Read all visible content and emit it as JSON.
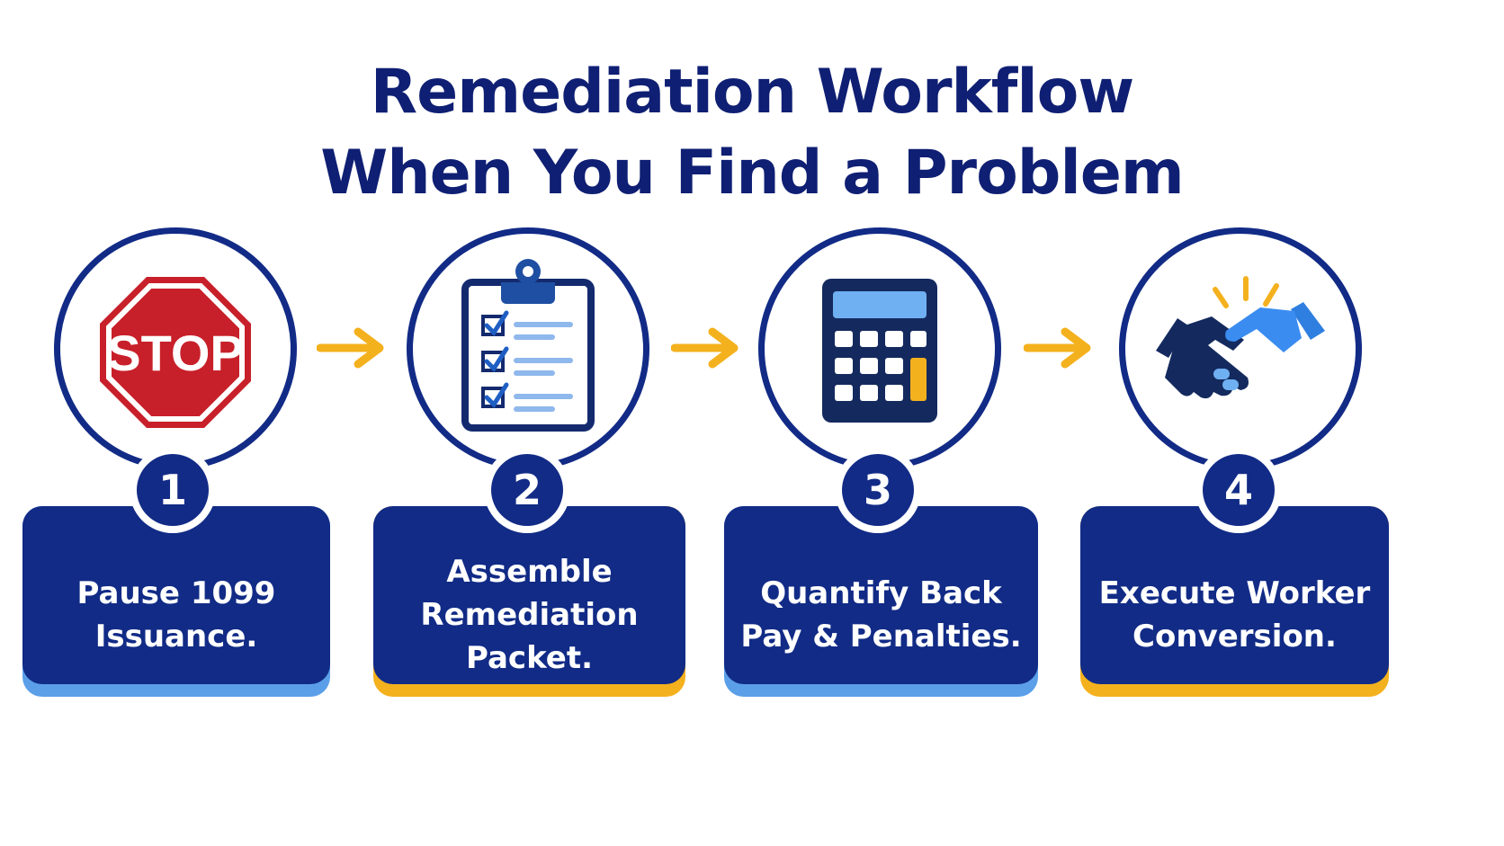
{
  "title": {
    "line1": "Remediation Workflow",
    "line2": "When You Find a Problem"
  },
  "steps": [
    {
      "number": "1",
      "label": "Pause 1099 Issuance.",
      "icon": "stop-sign-icon",
      "underline_color": "#5b9fe8"
    },
    {
      "number": "2",
      "label": "Assemble Remediation Packet.",
      "icon": "clipboard-checklist-icon",
      "underline_color": "#f4b11e"
    },
    {
      "number": "3",
      "label": "Quantify Back Pay & Penalties.",
      "icon": "calculator-icon",
      "underline_color": "#5b9fe8"
    },
    {
      "number": "4",
      "label": "Execute Worker Conversion.",
      "icon": "handshake-icon",
      "underline_color": "#f4b11e"
    }
  ],
  "stop_sign_text": "STOP",
  "colors": {
    "navy": "#112b86",
    "title": "#0f1f73",
    "accent_gold": "#f4b11e",
    "accent_blue": "#5b9fe8",
    "stop_red": "#c8202a"
  }
}
